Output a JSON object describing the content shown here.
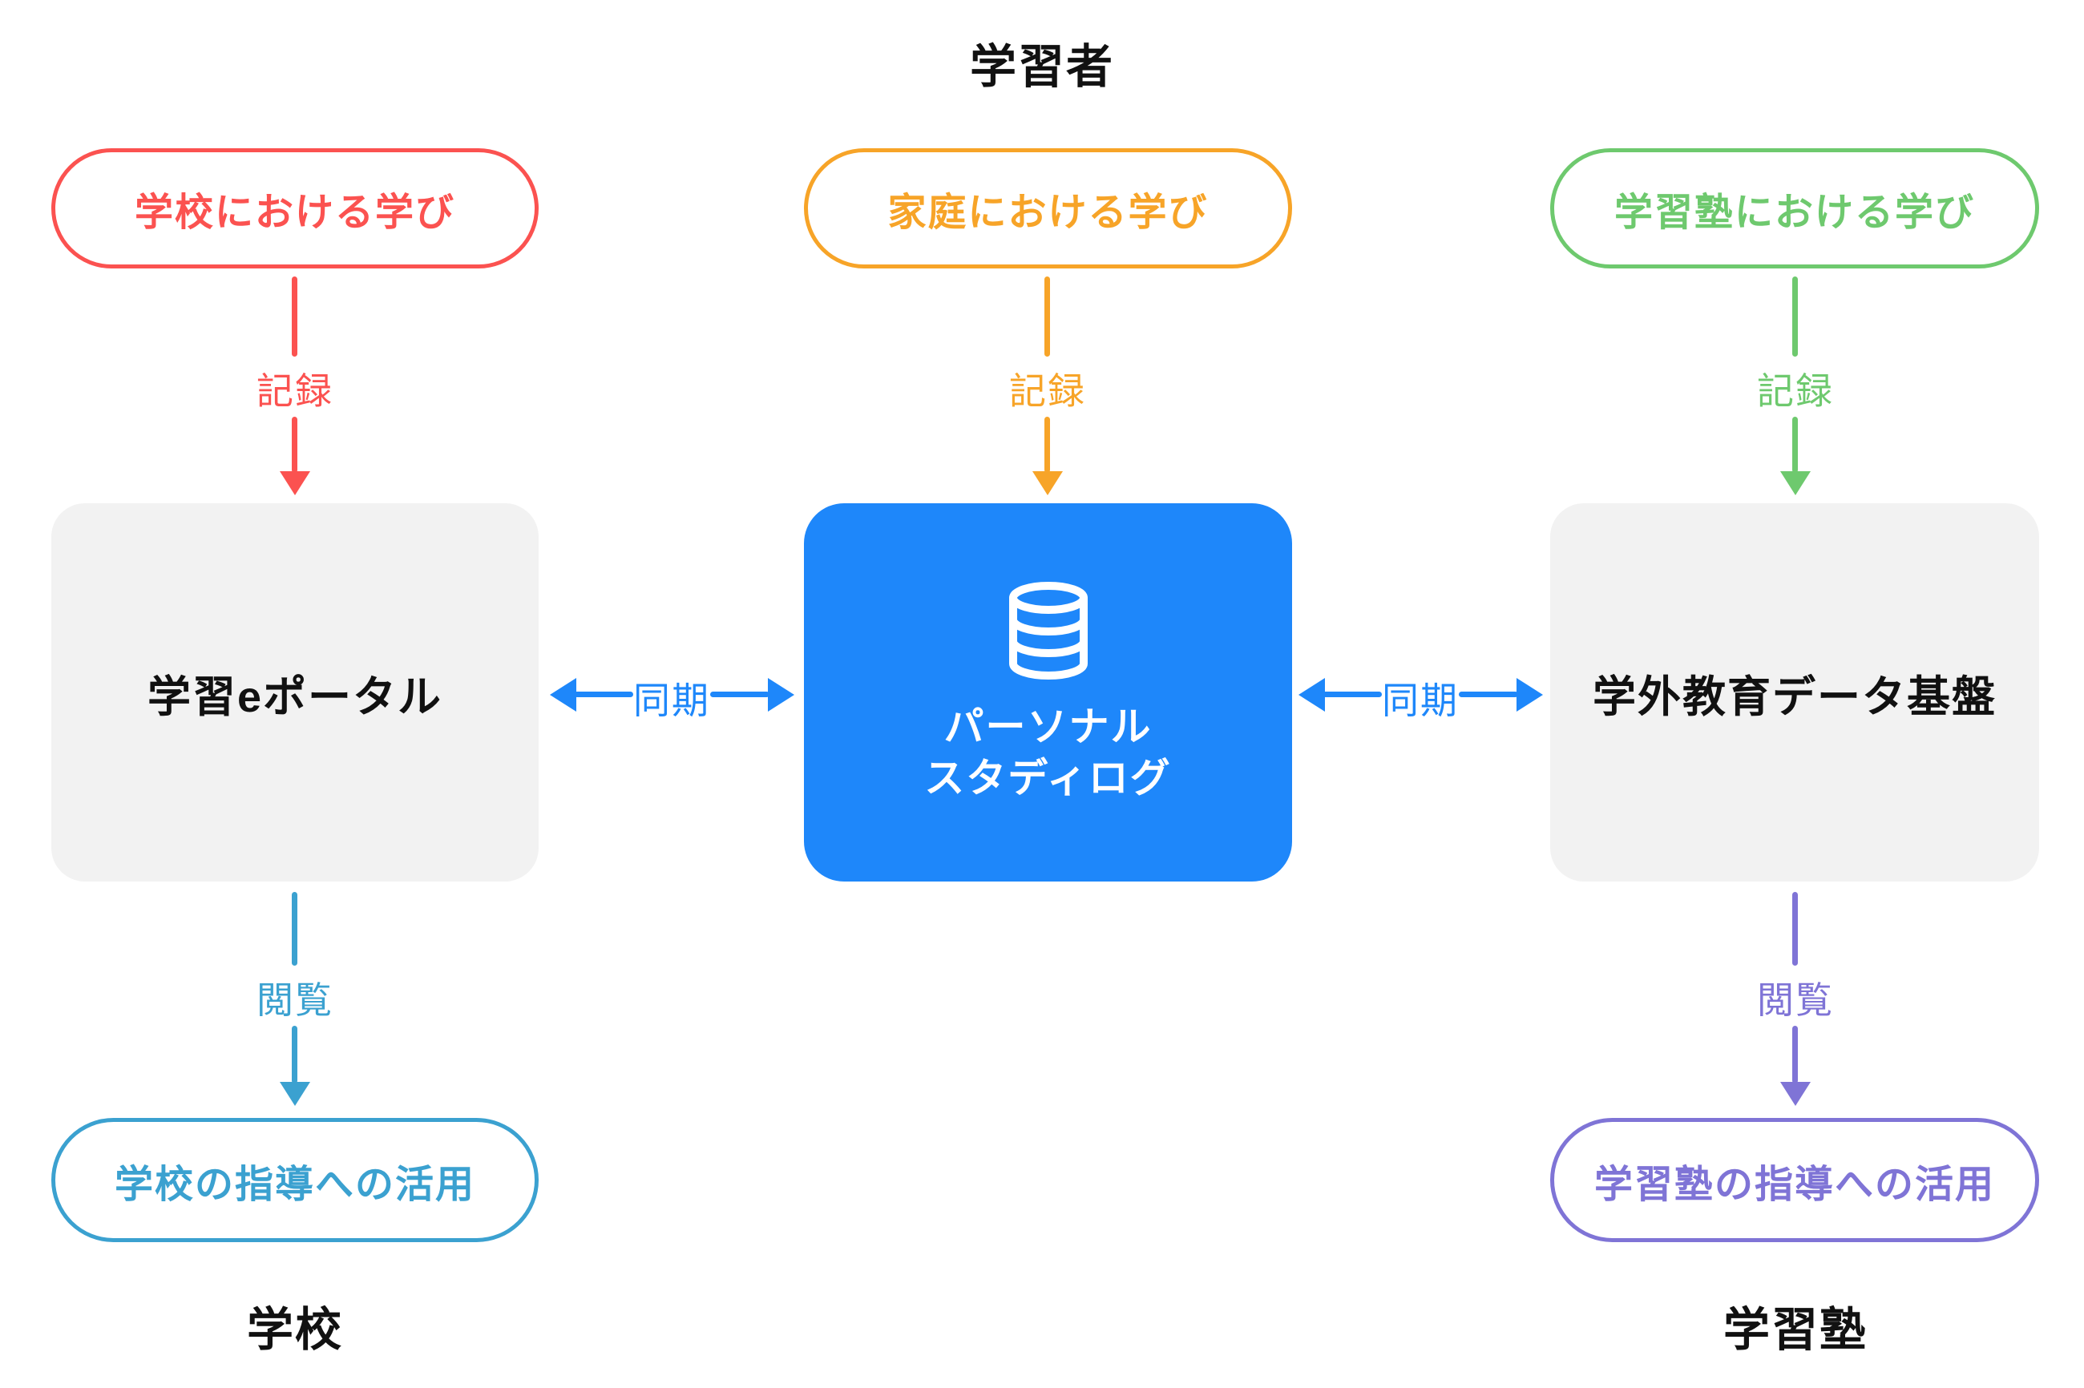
{
  "title": {
    "learner": "学習者"
  },
  "footer": {
    "school": "学校",
    "juku": "学習塾"
  },
  "pills": {
    "school_learning": "学校における学び",
    "home_learning": "家庭における学び",
    "juku_learning": "学習塾における学び",
    "school_use": "学校の指導への活用",
    "juku_use": "学習塾の指導への活用"
  },
  "boxes": {
    "eportal": "学習eポータル",
    "personal_study_log_line1": "パーソナル",
    "personal_study_log_line2": "スタディログ",
    "external_edu_platform": "学外教育データ基盤"
  },
  "arrows": {
    "record_school": "記録",
    "record_home": "記録",
    "record_juku": "記録",
    "sync_left": "同期",
    "sync_right": "同期",
    "view_school": "閲覧",
    "view_juku": "閲覧"
  },
  "icons": {
    "database": "database-icon"
  },
  "colors": {
    "red": "#FB5250",
    "orange": "#F7A428",
    "green": "#6EC96E",
    "blue": "#1E87FA",
    "teal": "#3BA1D0",
    "purple": "#7F74D6",
    "gray": "#F2F2F2",
    "ink": "#111111"
  }
}
